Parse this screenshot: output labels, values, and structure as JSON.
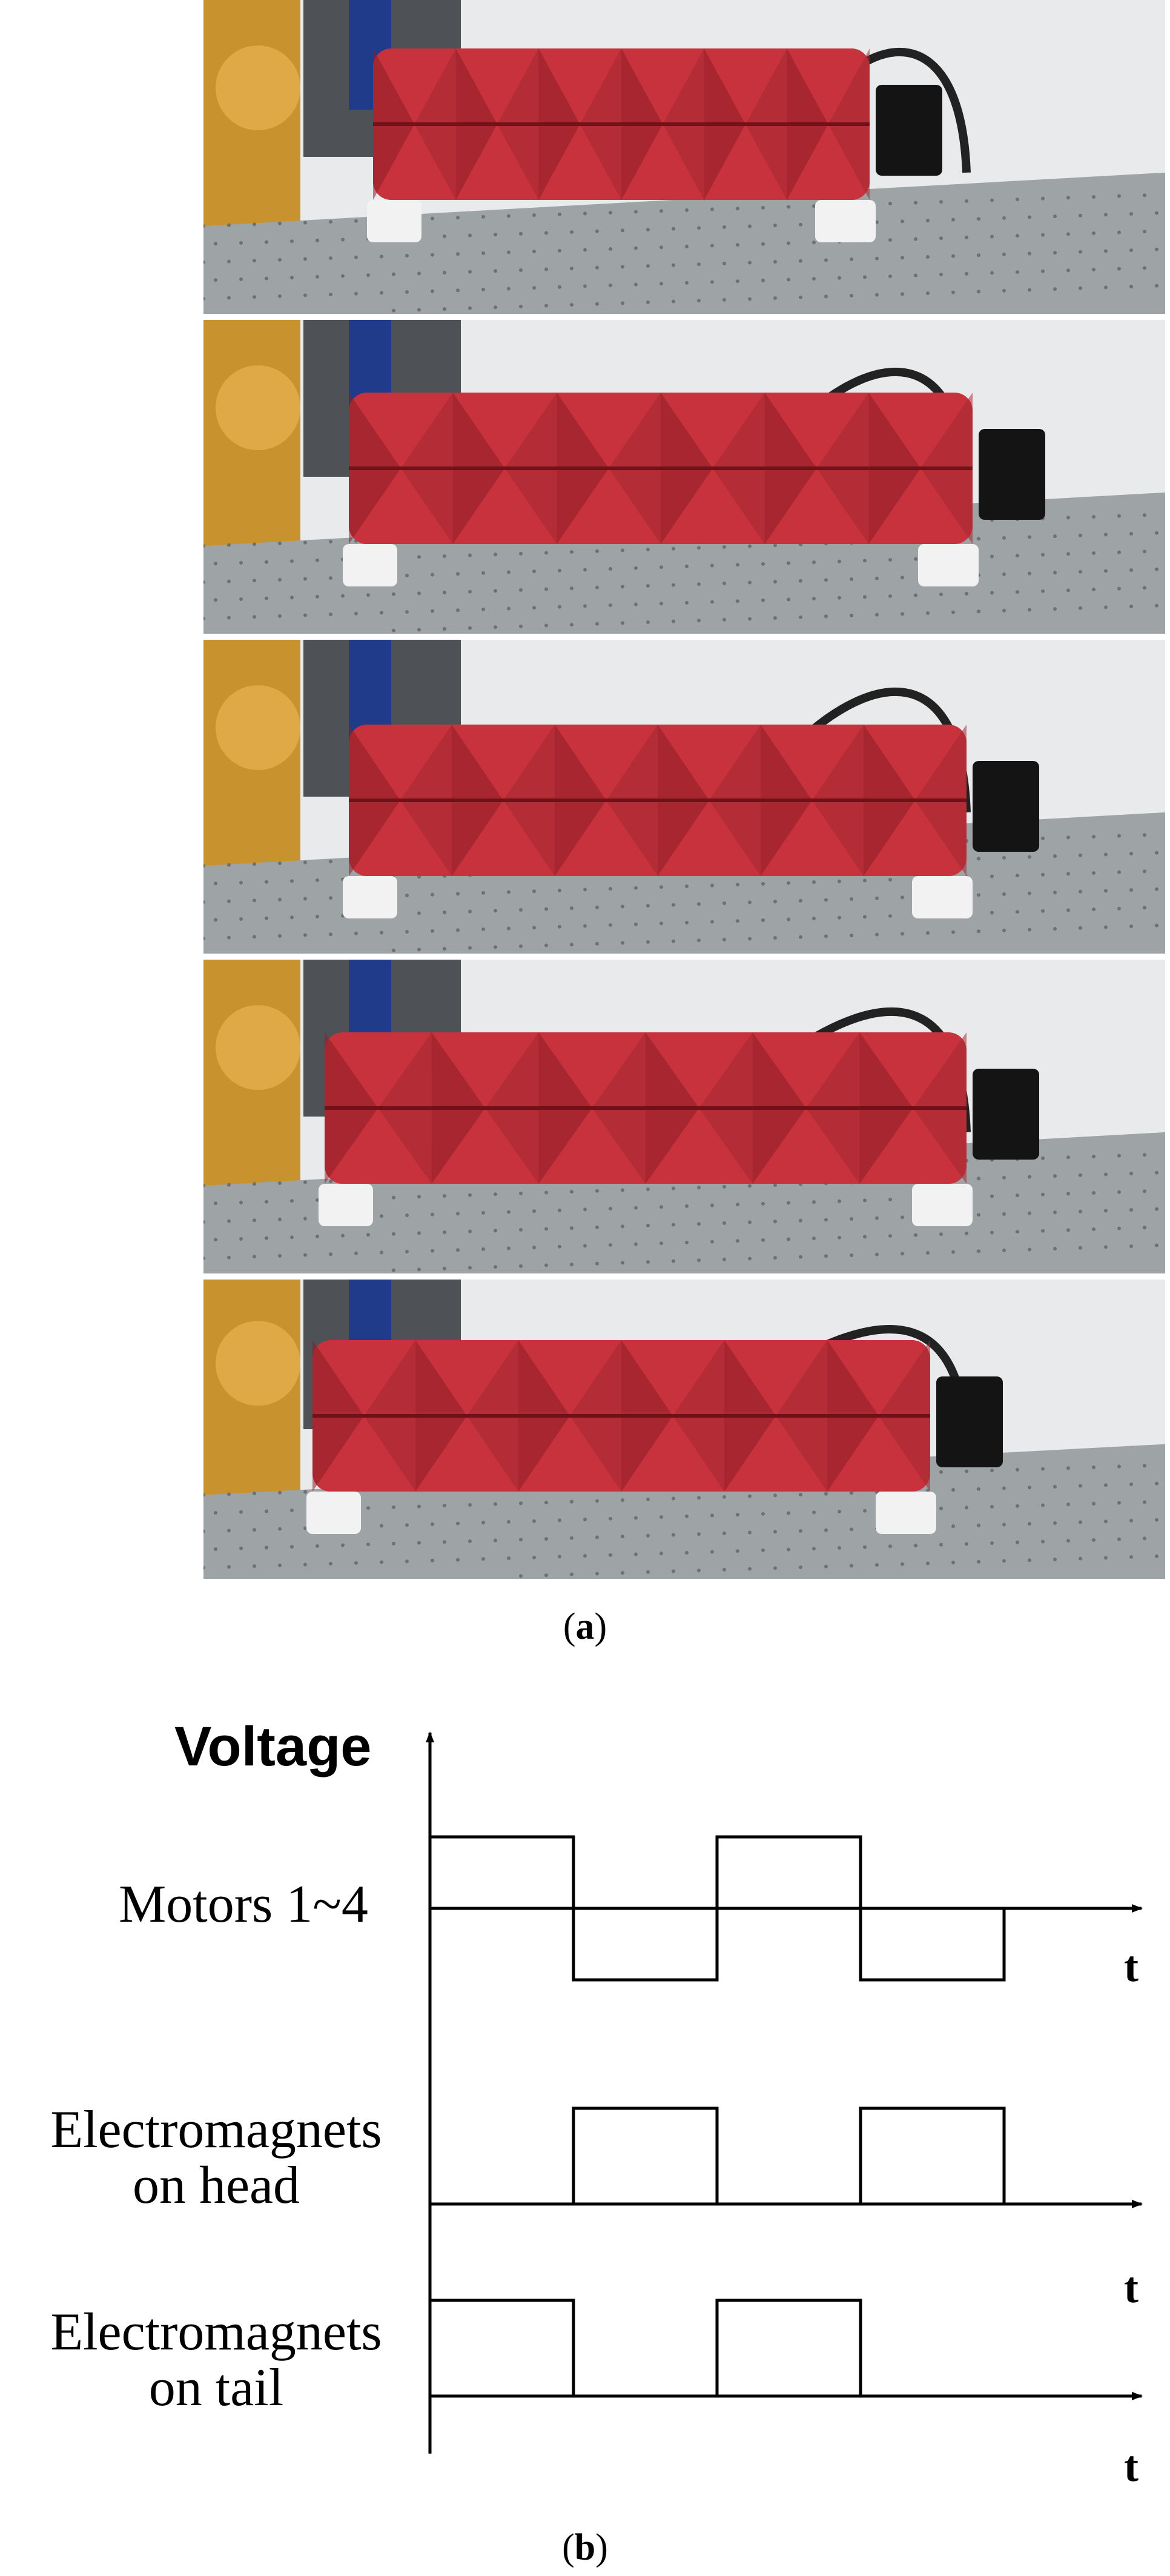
{
  "figure": {
    "panel_a": {
      "caption_letter": "a",
      "frame_count": 5,
      "frames": [
        {
          "name": "frame-1"
        },
        {
          "name": "frame-2"
        },
        {
          "name": "frame-3"
        },
        {
          "name": "frame-4"
        },
        {
          "name": "frame-5"
        }
      ]
    },
    "panel_b": {
      "caption_letter": "b",
      "y_axis_label": "Voltage",
      "time_label": "t",
      "signals": [
        {
          "label": "Motors 1~4",
          "waveform": "bipolar square",
          "levels": [
            1,
            -1,
            1,
            -1
          ]
        },
        {
          "label_line1": "Electromagnets",
          "label_line2": "on head",
          "waveform": "unipolar square",
          "levels": [
            0,
            1,
            0,
            1
          ]
        },
        {
          "label_line1": "Electromagnets",
          "label_line2": "on tail",
          "waveform": "unipolar square",
          "levels": [
            1,
            0,
            1,
            0
          ]
        }
      ]
    },
    "colors": {
      "robot_red": "#c8323c",
      "robot_dark_red": "#8e1d25",
      "table_gray": "#9ea3a6",
      "wall": "#e9eaec",
      "line": "#000000"
    }
  }
}
